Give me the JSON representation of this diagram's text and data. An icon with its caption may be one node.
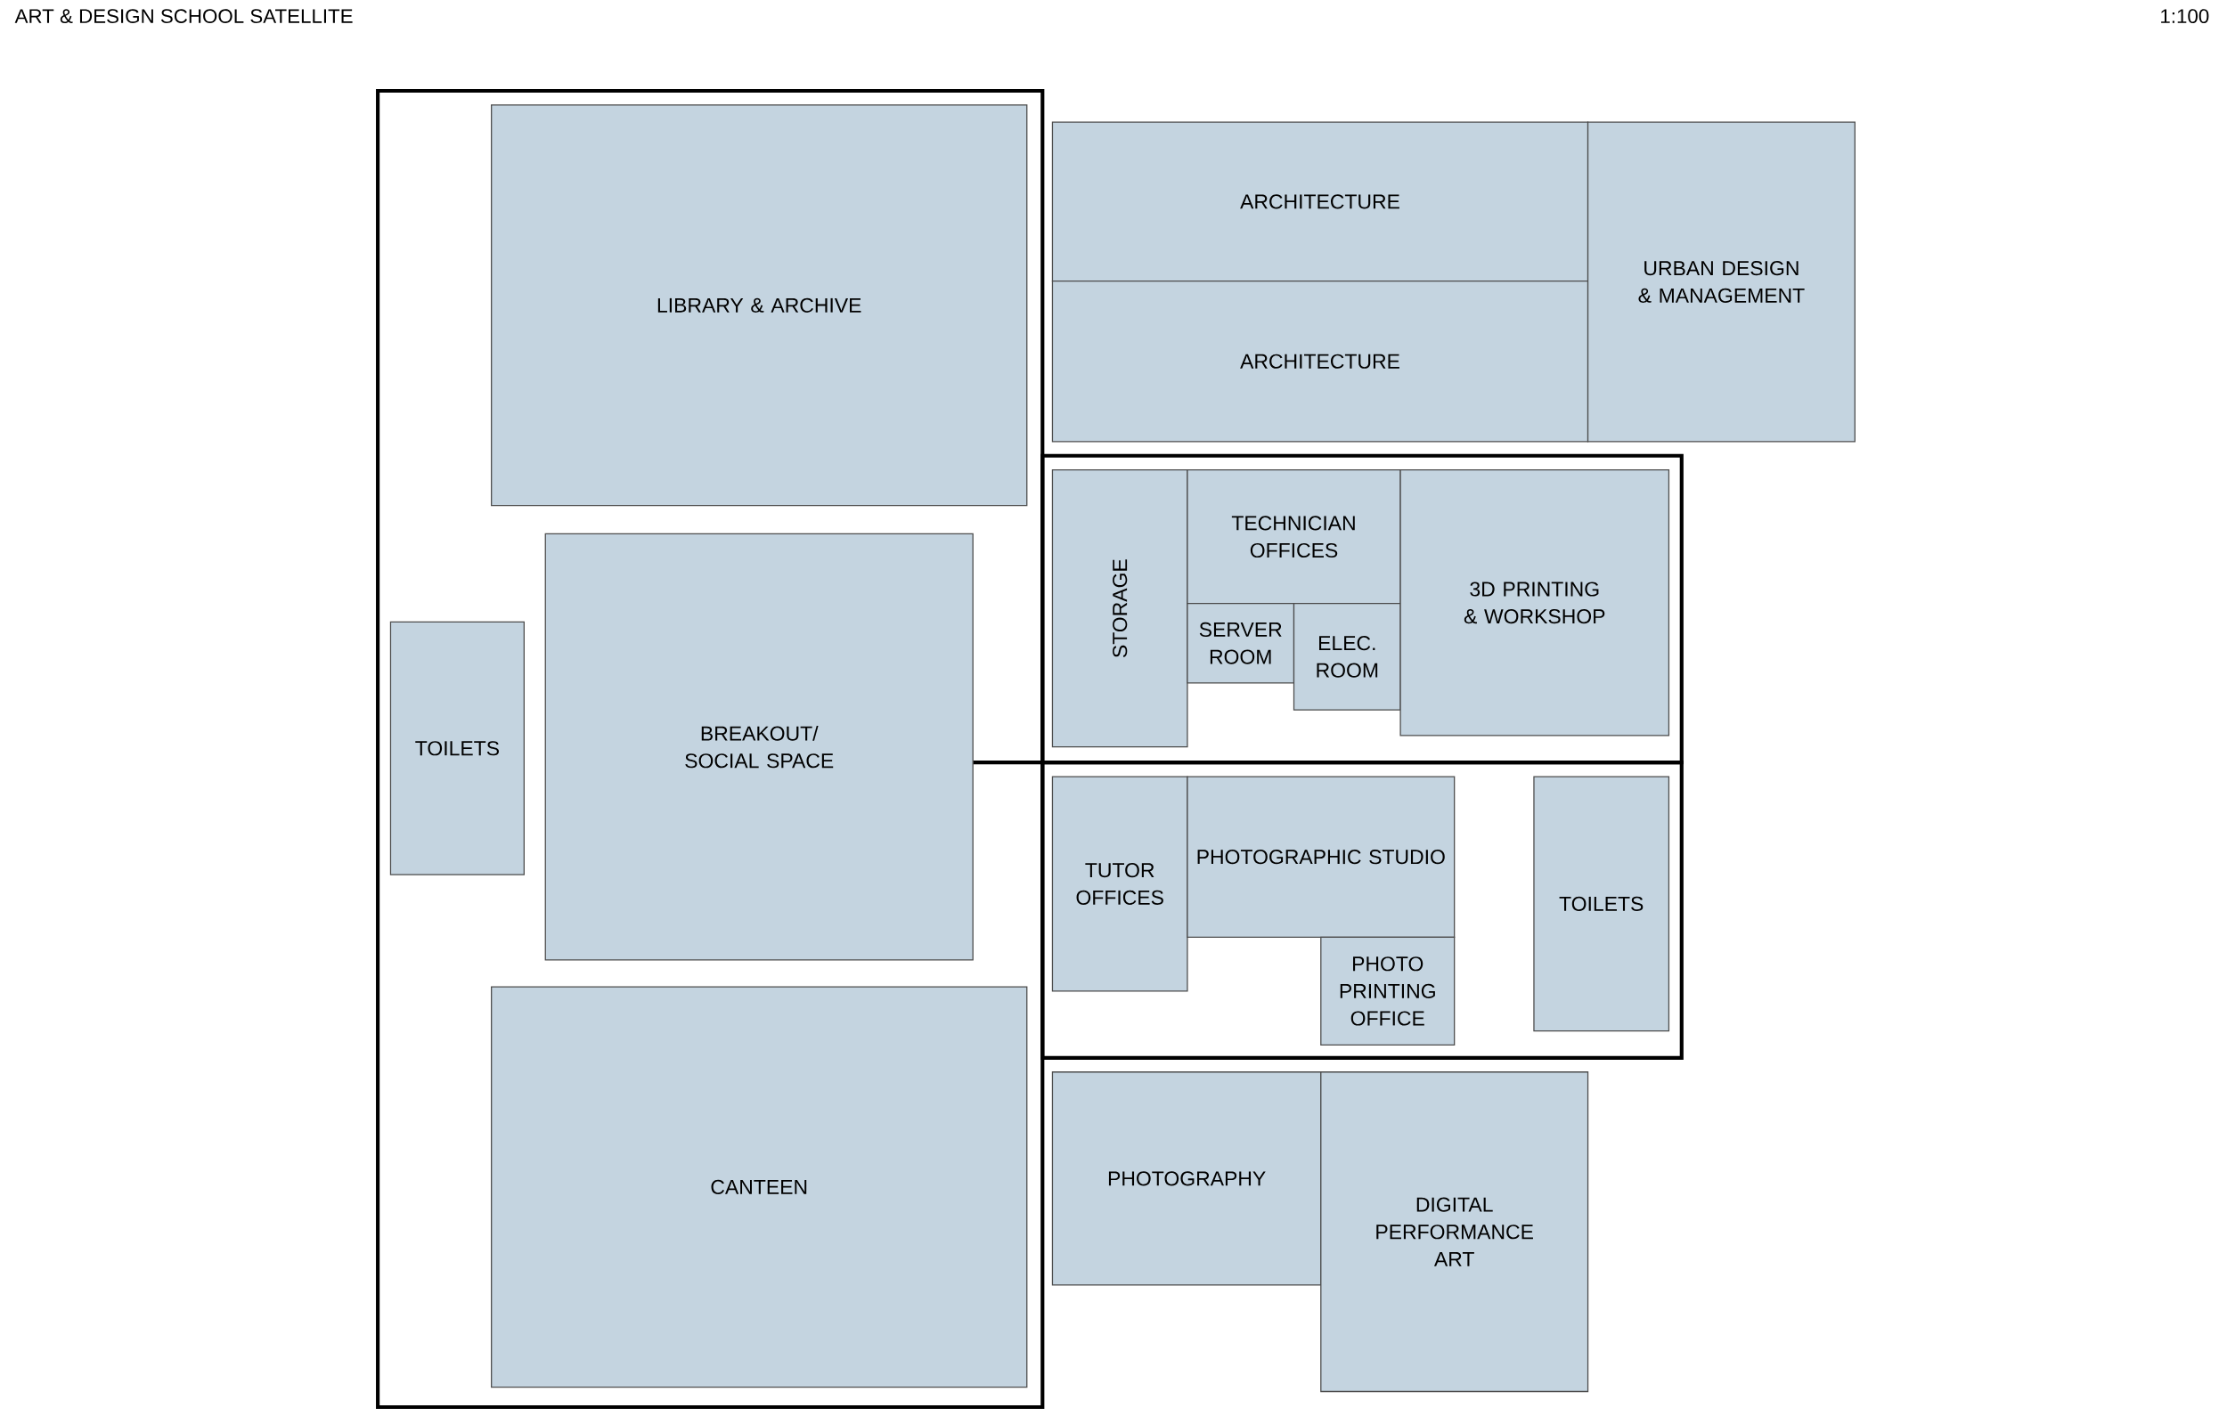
{
  "diagram": {
    "title": "ART & DESIGN SCHOOL SATELLITE",
    "nodes": [
      {
        "text": [],
        "shape": "box"
      },
      {
        "text": [
          "LIBRARY & ARCHIVE"
        ],
        "in": 0
      },
      {
        "text": [
          "TOILETS"
        ],
        "in": 0
      },
      {
        "text": [
          "BREAKOUT/ SOCIAL SPACE"
        ],
        "in": 0
      },
      {
        "text": [
          "CANTEEN"
        ],
        "in": 0
      },
      {
        "text": [
          "ARCHITECTURE"
        ]
      },
      {
        "text": [
          "ARCHITECTURE"
        ]
      },
      {
        "text": [
          "URBAN DESIGN & MANAGEMENT"
        ]
      },
      {
        "text": [],
        "shape": "box"
      },
      {
        "text": [
          "STORAGE"
        ],
        "in": 8
      },
      {
        "text": [
          "TECHNICIAN OFFICES"
        ],
        "in": 8
      },
      {
        "text": [
          "SERVER ROOM"
        ],
        "in": 8
      },
      {
        "text": [
          "ELEC. ROOM"
        ],
        "in": 8
      },
      {
        "text": [
          "3D PRINTING & WORKSHOP"
        ],
        "in": 8
      },
      {
        "text": [],
        "shape": "box"
      },
      {
        "text": [
          "TUTOR OFFICES"
        ],
        "in": 14
      },
      {
        "text": [
          "PHOTOGRAPHIC STUDIO"
        ],
        "in": 14
      },
      {
        "text": [
          "PHOTO PRINTING OFFICE"
        ],
        "in": 14
      },
      {
        "text": [
          "TOILETS"
        ],
        "in": 14
      },
      {
        "text": [
          "PHOTOGRAPHY"
        ]
      },
      {
        "text": [
          "DIGITAL PERFORMANCE ART"
        ]
      }
    ],
    "labels": [
      "1:100"
    ]
  }
}
